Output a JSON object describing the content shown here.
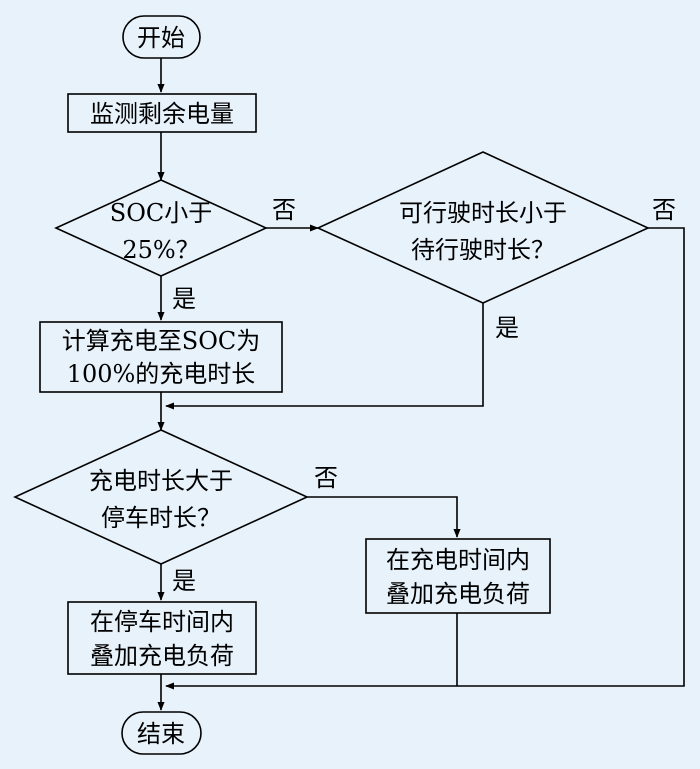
{
  "nodes": {
    "start": "开始",
    "monitor": "监测剩余电量",
    "soc_check": [
      "SOC小于",
      "25%？"
    ],
    "drive_check": [
      "可行驶时长小于",
      "待行驶时长？"
    ],
    "calc": [
      "计算充电至SOC为",
      "100%的充电时长"
    ],
    "charge_check": [
      "充电时长大于",
      "停车时长？"
    ],
    "overlay_charge": [
      "在充电时间内",
      "叠加充电负荷"
    ],
    "overlay_park": [
      "在停车时间内",
      "叠加充电负荷"
    ],
    "end": "结束"
  },
  "labels": {
    "soc_no": "否",
    "soc_yes": "是",
    "drive_no": "否",
    "drive_yes": "是",
    "charge_no": "否",
    "charge_yes": "是"
  },
  "colors": {
    "background": "#e7f2fb",
    "stroke": "#000000"
  }
}
